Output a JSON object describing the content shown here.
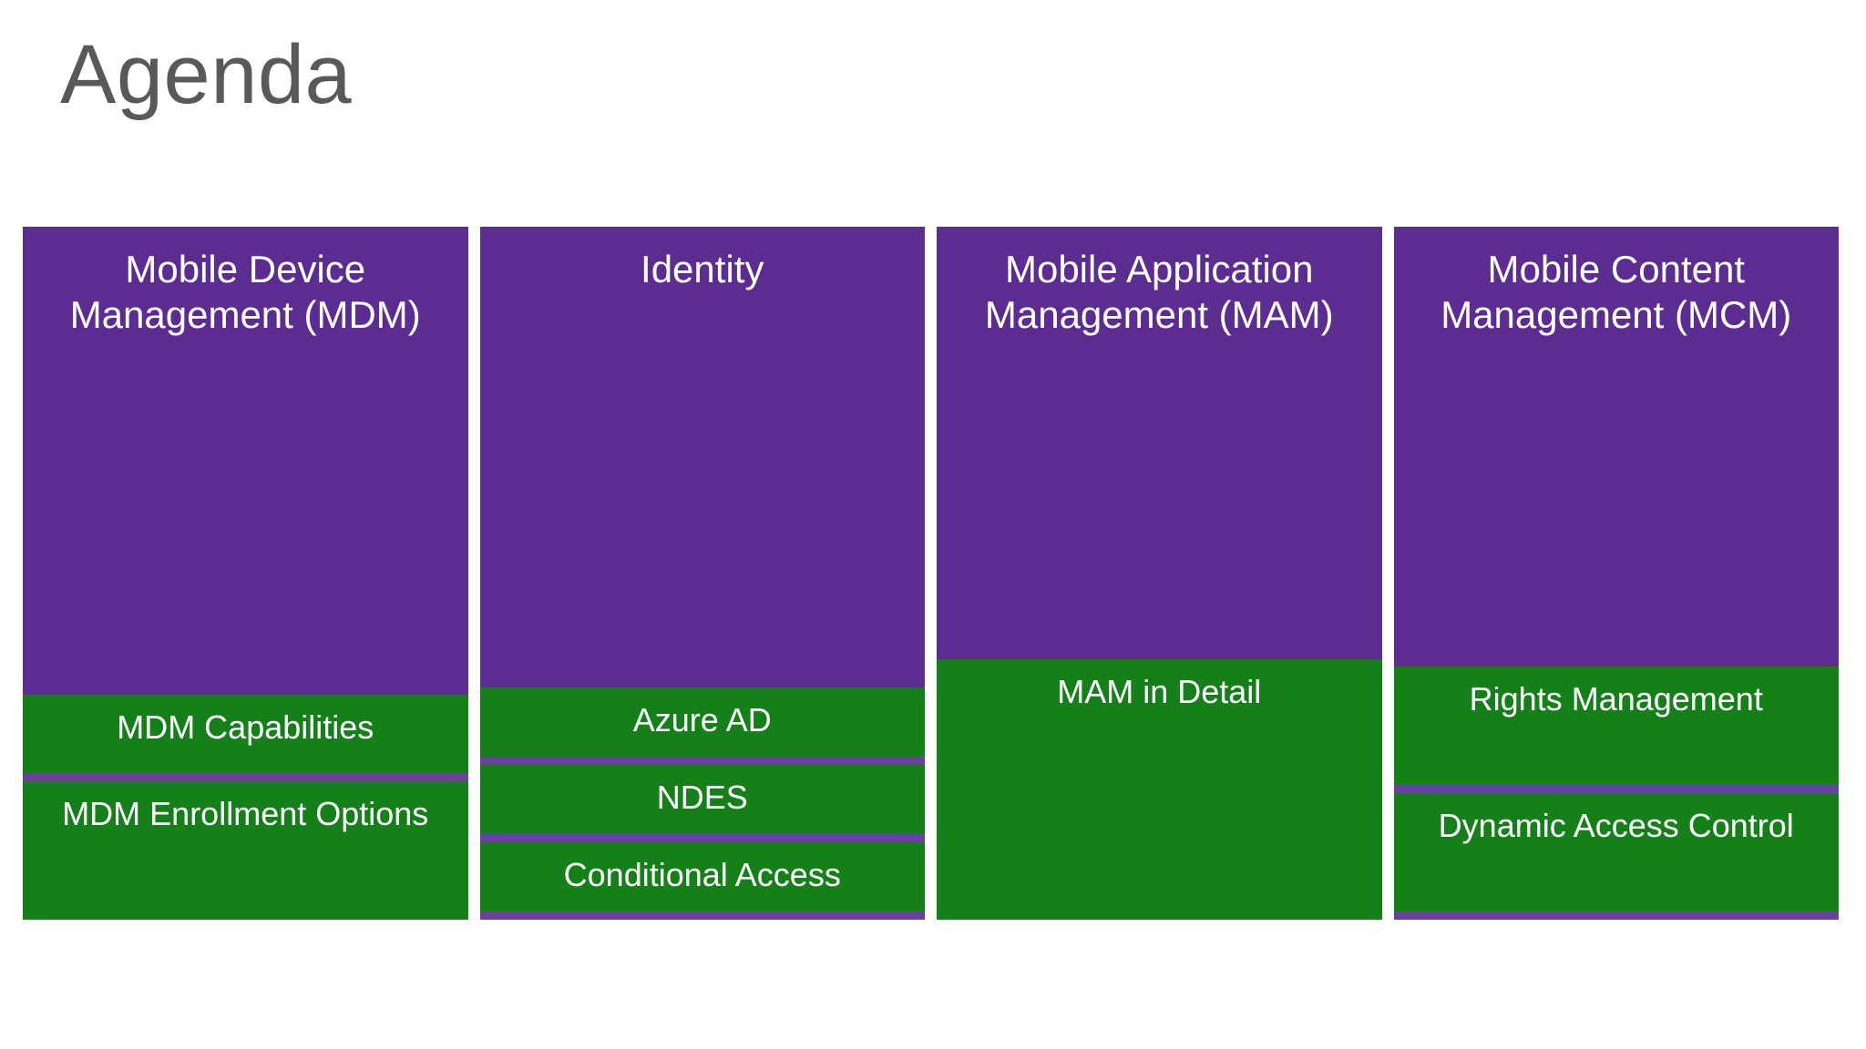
{
  "slide": {
    "title": "Agenda",
    "title_color": "#595959",
    "background_color": "#ffffff"
  },
  "theme": {
    "header_purple": "#5b2d90",
    "item_green": "#15801a",
    "divider_purple": "#6b3fa0",
    "text_color": "#ffffff"
  },
  "columns": [
    {
      "id": "mdm",
      "header": "Mobile Device Management (MDM)",
      "items": [
        {
          "label": "MDM Capabilities"
        },
        {
          "label": "MDM Enrollment Options"
        }
      ],
      "has_bottom_bar": false
    },
    {
      "id": "identity",
      "header": "Identity",
      "items": [
        {
          "label": "Azure AD"
        },
        {
          "label": "NDES"
        },
        {
          "label": "Conditional Access"
        }
      ],
      "has_bottom_bar": true
    },
    {
      "id": "mam",
      "header": "Mobile Application Management (MAM)",
      "items": [
        {
          "label": "MAM in Detail"
        }
      ],
      "has_bottom_bar": false
    },
    {
      "id": "mcm",
      "header": "Mobile Content Management (MCM)",
      "items": [
        {
          "label": "Rights Management"
        },
        {
          "label": "Dynamic Access Control"
        }
      ],
      "has_bottom_bar": false
    }
  ]
}
